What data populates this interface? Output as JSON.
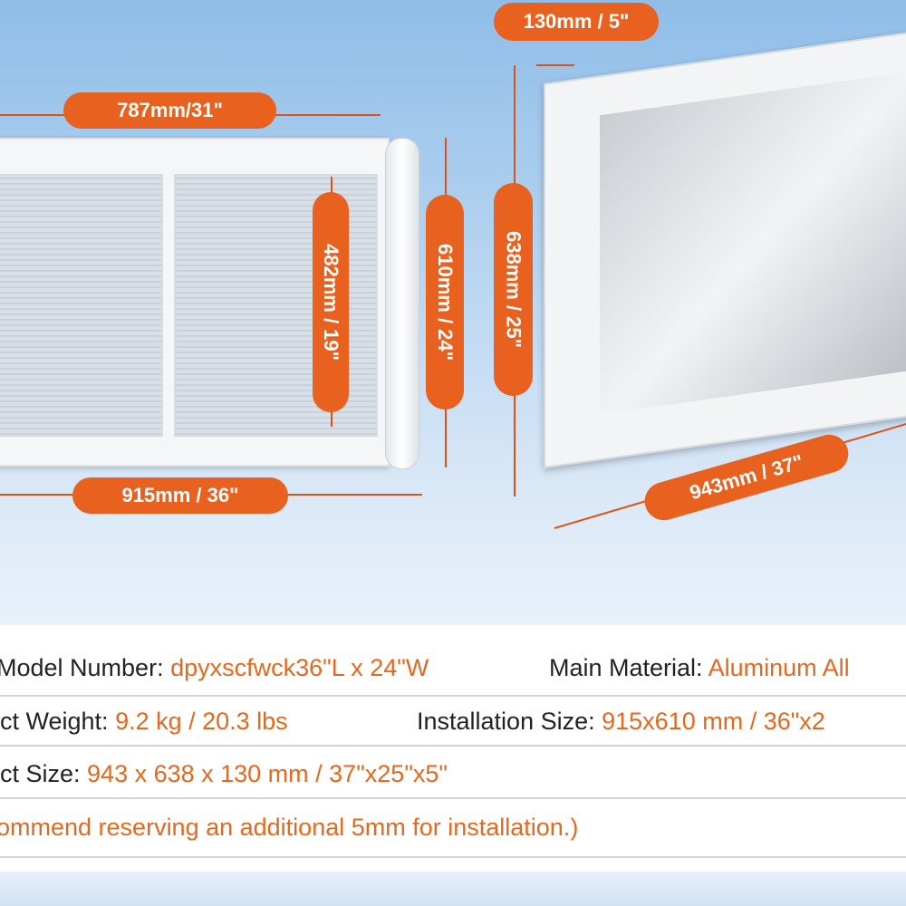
{
  "accent_color": "#e8611e",
  "dimensions": {
    "depth": "130mm / 5\"",
    "inner_width": "787mm/31\"",
    "inner_height": "482mm / 19\"",
    "install_height": "610mm / 24\"",
    "outer_height": "638mm / 25\"",
    "install_width": "915mm / 36\"",
    "outer_width": "943mm / 37\""
  },
  "specs": {
    "model_label": "Model Number: ",
    "model_value": "dpyxscfwck36\"L x 24\"W",
    "material_label": "Main Material: ",
    "material_value": "Aluminum All",
    "weight_label": "ct Weight: ",
    "weight_value": "9.2 kg / 20.3 lbs",
    "install_label": "Installation Size: ",
    "install_value": "915x610 mm / 36\"x2",
    "size_label": "ct Size: ",
    "size_value": "943 x 638 x 130 mm / 37\"x25\"x5\"",
    "note": "ommend reserving an additional 5mm for installation.)"
  }
}
